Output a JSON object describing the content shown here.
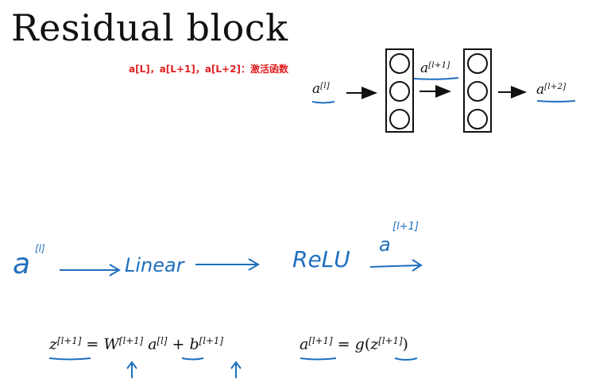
{
  "title": "Residual block",
  "annotation": "a[L]，a[L+1]，a[L+2]：激活函数",
  "network": {
    "input": {
      "base": "a",
      "sup": "[l]"
    },
    "middle": {
      "base": "a",
      "sup": "[l+1]"
    },
    "output": {
      "base": "a",
      "sup": "[l+2]"
    }
  },
  "handwritten": {
    "a_in": "a",
    "a_in_sup": "[l]",
    "linear": "Linear",
    "relu": "ReLU",
    "a_out": "a",
    "a_out_sup": "[l+1]"
  },
  "equation1": {
    "z": "z",
    "z_sup": "[l+1]",
    "eq": "=",
    "W": "W",
    "W_sup": "[l+1]",
    "a": "a",
    "a_sup": "[l]",
    "plus": "+",
    "b": "b",
    "b_sup": "[l+1]"
  },
  "equation2": {
    "a": "a",
    "a_sup": "[l+1]",
    "eq": "=",
    "g": "g",
    "open": "(",
    "z": "z",
    "z_sup": "[l+1]",
    "close": ")"
  },
  "colors": {
    "ink": "#111111",
    "pen": "#1f6fbf",
    "annotation": "#e02020"
  }
}
